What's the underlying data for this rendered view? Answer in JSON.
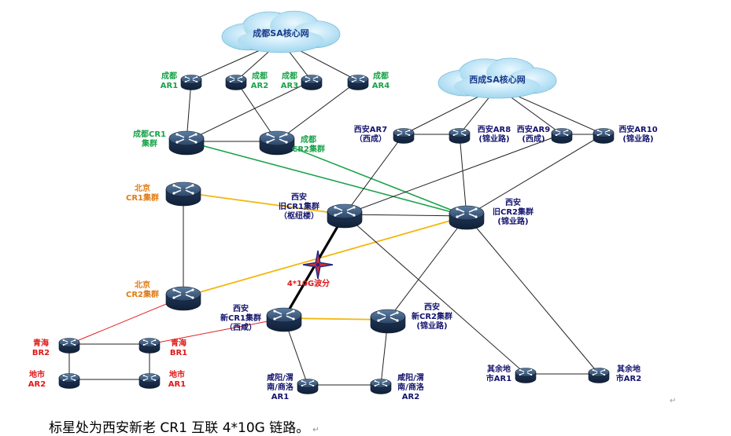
{
  "colors": {
    "green": "#1aa34a",
    "navy": "#14146e",
    "orange": "#e07b12",
    "red": "#e01818",
    "gold": "#f2b70f",
    "green_link": "#1aa34a",
    "red_link": "#e02020",
    "black": "#000000",
    "cloud_fill": "#bfe7f7",
    "router_body": "#1d3553"
  },
  "clouds": [
    {
      "id": "c1",
      "label": "成都SA核心网"
    },
    {
      "id": "c2",
      "label": "西成SA核心网"
    }
  ],
  "nodes": [
    {
      "id": "cdar1",
      "lines": [
        "成都",
        "AR1"
      ],
      "color": "green"
    },
    {
      "id": "cdar2",
      "lines": [
        "成都",
        "AR2"
      ],
      "color": "green"
    },
    {
      "id": "cdar3",
      "lines": [
        "成都",
        "AR3"
      ],
      "color": "green"
    },
    {
      "id": "cdar4",
      "lines": [
        "成都",
        "AR4"
      ],
      "color": "green"
    },
    {
      "id": "cdcr1",
      "lines": [
        "成都CR1",
        "集群"
      ],
      "color": "green"
    },
    {
      "id": "cdcr2",
      "lines": [
        "成都",
        "CR2集群"
      ],
      "color": "green"
    },
    {
      "id": "xaar7",
      "lines": [
        "西安AR7",
        "（西成）"
      ],
      "color": "navy"
    },
    {
      "id": "xaar8",
      "lines": [
        "西安AR8",
        "(锦业路)"
      ],
      "color": "navy"
    },
    {
      "id": "xaar9",
      "lines": [
        "西安AR9",
        "(西成)"
      ],
      "color": "navy"
    },
    {
      "id": "xaar10",
      "lines": [
        "西安AR10",
        "(锦业路)"
      ],
      "color": "navy"
    },
    {
      "id": "bjcr1",
      "lines": [
        "北京",
        "CR1集群"
      ],
      "color": "orange"
    },
    {
      "id": "bjcr2",
      "lines": [
        "北京",
        "CR2集群"
      ],
      "color": "orange"
    },
    {
      "id": "xaocr1",
      "lines": [
        "西安",
        "旧CR1集群",
        "（枢纽楼）"
      ],
      "color": "navy"
    },
    {
      "id": "xaocr2",
      "lines": [
        "西安",
        "旧CR2集群",
        "(锦业路)"
      ],
      "color": "navy"
    },
    {
      "id": "xancr1",
      "lines": [
        "西安",
        "新CR1集群",
        "（西咸）"
      ],
      "color": "navy"
    },
    {
      "id": "xancr2",
      "lines": [
        "西安",
        "新CR2集群",
        "(锦业路)"
      ],
      "color": "navy"
    },
    {
      "id": "qhbr2",
      "lines": [
        "青海",
        "BR2"
      ],
      "color": "red"
    },
    {
      "id": "qhbr1",
      "lines": [
        "青海",
        "BR1"
      ],
      "color": "red"
    },
    {
      "id": "dsar2",
      "lines": [
        "地市",
        "AR2"
      ],
      "color": "red"
    },
    {
      "id": "dsar1",
      "lines": [
        "地市",
        "AR1"
      ],
      "color": "red"
    },
    {
      "id": "xyar1",
      "lines": [
        "咸阳/渭",
        "南/商洛",
        "AR1"
      ],
      "color": "navy"
    },
    {
      "id": "xyar2",
      "lines": [
        "咸阳/渭",
        "南/商洛",
        "AR2"
      ],
      "color": "navy"
    },
    {
      "id": "qtar1",
      "lines": [
        "其余地",
        "市AR1"
      ],
      "color": "navy"
    },
    {
      "id": "qtar2",
      "lines": [
        "其余地",
        "市AR2"
      ],
      "color": "navy"
    }
  ],
  "links": [
    {
      "from": "c1",
      "to": "cdar1",
      "style": "black"
    },
    {
      "from": "c1",
      "to": "cdar2",
      "style": "black"
    },
    {
      "from": "c1",
      "to": "cdar3",
      "style": "black"
    },
    {
      "from": "c1",
      "to": "cdar4",
      "style": "black"
    },
    {
      "from": "cdar1",
      "to": "cdcr1",
      "style": "black"
    },
    {
      "from": "cdar2",
      "to": "cdcr2",
      "style": "black"
    },
    {
      "from": "cdar3",
      "to": "cdcr1",
      "style": "black"
    },
    {
      "from": "cdar4",
      "to": "cdcr2",
      "style": "black"
    },
    {
      "from": "cdcr1",
      "to": "cdcr2",
      "style": "black"
    },
    {
      "from": "cdcr1",
      "to": "xaocr2",
      "style": "green"
    },
    {
      "from": "cdcr2",
      "to": "xaocr2",
      "style": "green"
    },
    {
      "from": "c2",
      "to": "xaar7",
      "style": "black"
    },
    {
      "from": "c2",
      "to": "xaar8",
      "style": "black"
    },
    {
      "from": "c2",
      "to": "xaar9",
      "style": "black"
    },
    {
      "from": "c2",
      "to": "xaar10",
      "style": "black"
    },
    {
      "from": "xaar7",
      "to": "xaar8",
      "style": "black"
    },
    {
      "from": "xaar9",
      "to": "xaar10",
      "style": "black"
    },
    {
      "from": "xaar7",
      "to": "xaocr1",
      "style": "black"
    },
    {
      "from": "xaar8",
      "to": "xaocr2",
      "style": "black"
    },
    {
      "from": "xaar9",
      "to": "xaocr1",
      "style": "black"
    },
    {
      "from": "xaar10",
      "to": "xaocr2",
      "style": "black"
    },
    {
      "from": "xaocr1",
      "to": "xaocr2",
      "style": "black"
    },
    {
      "from": "bjcr1",
      "to": "xaocr1",
      "style": "gold"
    },
    {
      "from": "bjcr2",
      "to": "xaocr2",
      "style": "gold"
    },
    {
      "from": "bjcr1",
      "to": "bjcr2",
      "style": "black"
    },
    {
      "from": "xaocr1",
      "to": "xancr1",
      "style": "thick"
    },
    {
      "from": "xancr1",
      "to": "xancr2",
      "style": "gold"
    },
    {
      "from": "xaocr2",
      "to": "xancr2",
      "style": "black"
    },
    {
      "from": "xaocr1",
      "to": "qtar1",
      "style": "black"
    },
    {
      "from": "xaocr2",
      "to": "qtar2",
      "style": "black"
    },
    {
      "from": "qtar1",
      "to": "qtar2",
      "style": "black"
    },
    {
      "from": "xancr1",
      "to": "xyar1",
      "style": "black"
    },
    {
      "from": "xancr2",
      "to": "xyar2",
      "style": "black"
    },
    {
      "from": "xyar1",
      "to": "xyar2",
      "style": "black"
    },
    {
      "from": "bjcr2",
      "to": "qhbr2",
      "style": "red"
    },
    {
      "from": "xancr1",
      "to": "qhbr1",
      "style": "red"
    },
    {
      "from": "qhbr2",
      "to": "qhbr1",
      "style": "black"
    },
    {
      "from": "qhbr2",
      "to": "dsar2",
      "style": "black"
    },
    {
      "from": "qhbr1",
      "to": "dsar1",
      "style": "black"
    },
    {
      "from": "dsar2",
      "to": "dsar1",
      "style": "black"
    }
  ],
  "star_label": "4*10G波分",
  "caption": "标星处为西安新老 CR1 互联 4*10G 链路。",
  "caption_mark": "↵",
  "para_mark": "↵"
}
